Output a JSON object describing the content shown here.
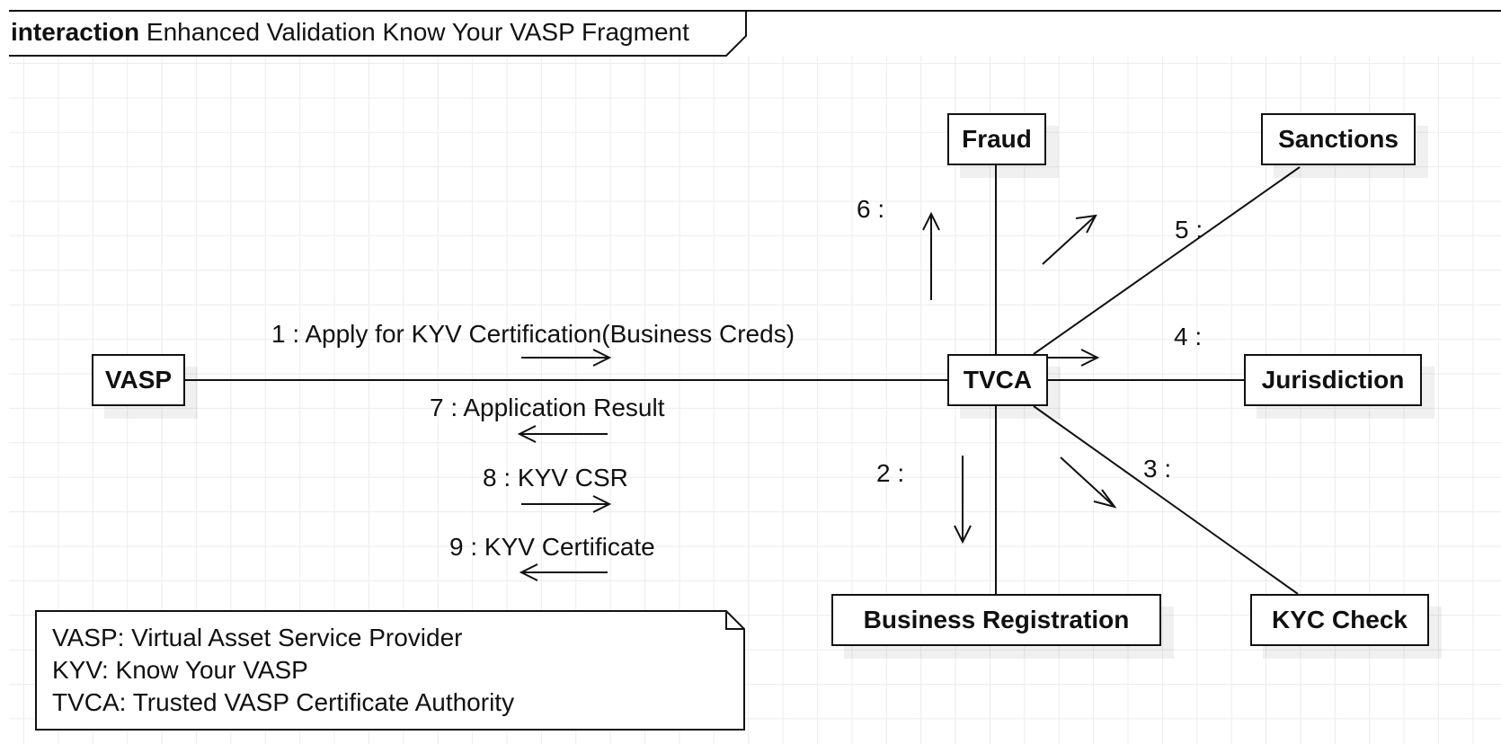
{
  "frame": {
    "keyword": "interaction",
    "title": "Enhanced Validation Know Your VASP Fragment"
  },
  "nodes": {
    "vasp": "VASP",
    "tvca": "TVCA",
    "fraud": "Fraud",
    "sanctions": "Sanctions",
    "jurisdiction": "Jurisdiction",
    "business_registration": "Business Registration",
    "kyc_check": "KYC Check"
  },
  "messages": [
    {
      "seq": "1",
      "label": "1 : Apply for KYV Certification(Business Creds)",
      "from": "VASP",
      "to": "TVCA",
      "direction": "right"
    },
    {
      "seq": "2",
      "label": "2 :",
      "from": "TVCA",
      "to": "Business Registration",
      "direction": "down"
    },
    {
      "seq": "3",
      "label": "3 :",
      "from": "TVCA",
      "to": "KYC Check",
      "direction": "down-right"
    },
    {
      "seq": "4",
      "label": "4 :",
      "from": "TVCA",
      "to": "Jurisdiction",
      "direction": "right"
    },
    {
      "seq": "5",
      "label": "5 :",
      "from": "TVCA",
      "to": "Sanctions",
      "direction": "up-right"
    },
    {
      "seq": "6",
      "label": "6 :",
      "from": "TVCA",
      "to": "Fraud",
      "direction": "up"
    },
    {
      "seq": "7",
      "label": "7 : Application Result",
      "from": "TVCA",
      "to": "VASP",
      "direction": "left"
    },
    {
      "seq": "8",
      "label": "8 : KYV CSR",
      "from": "VASP",
      "to": "TVCA",
      "direction": "right"
    },
    {
      "seq": "9",
      "label": "9 : KYV Certificate",
      "from": "TVCA",
      "to": "VASP",
      "direction": "left"
    }
  ],
  "note": {
    "lines": [
      "VASP: Virtual Asset Service Provider",
      "KYV: Know Your VASP",
      "TVCA: Trusted VASP Certificate Authority"
    ]
  }
}
